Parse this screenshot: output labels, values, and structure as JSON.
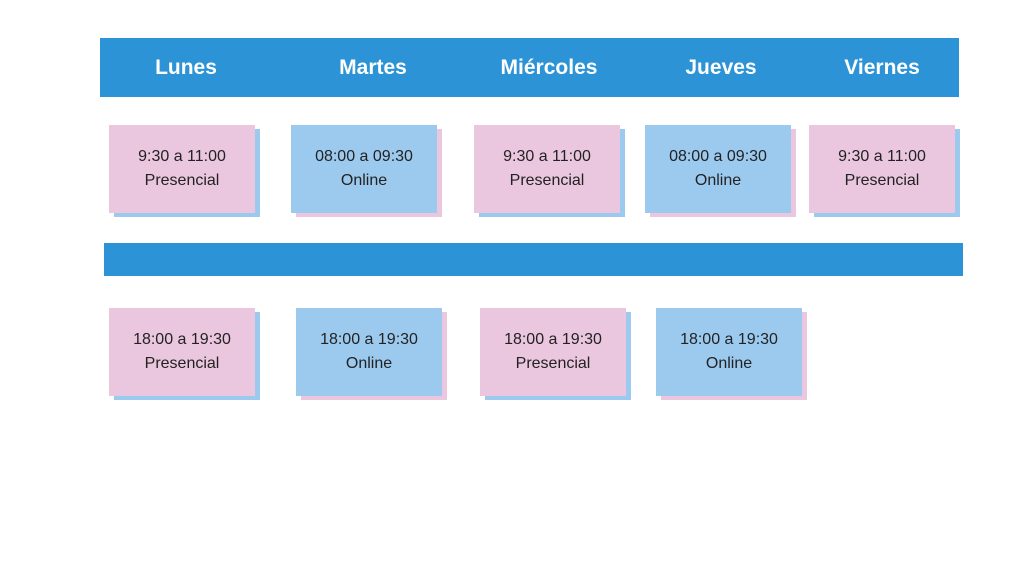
{
  "days": [
    "Lunes",
    "Martes",
    "Miércoles",
    "Jueves",
    "Viernes"
  ],
  "rows": [
    {
      "slots": [
        {
          "time": "9:30 a 11:00",
          "mode": "Presencial"
        },
        {
          "time": "08:00 a 09:30",
          "mode": "Online"
        },
        {
          "time": "9:30 a 11:00",
          "mode": "Presencial"
        },
        {
          "time": "08:00 a 09:30",
          "mode": "Online"
        },
        {
          "time": "9:30 a 11:00",
          "mode": "Presencial"
        }
      ]
    },
    {
      "slots": [
        {
          "time": "18:00 a 19:30",
          "mode": "Presencial"
        },
        {
          "time": "18:00 a 19:30",
          "mode": "Online"
        },
        {
          "time": "18:00 a 19:30",
          "mode": "Presencial"
        },
        {
          "time": "18:00 a 19:30",
          "mode": "Online"
        }
      ]
    }
  ],
  "colors": {
    "bar": "#2b93d6",
    "presencial": "#ebc7df",
    "online": "#9ccaef"
  }
}
